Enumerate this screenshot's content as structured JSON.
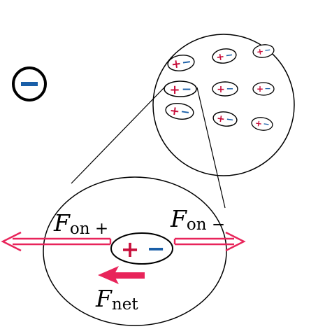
{
  "colors": {
    "plus": "#c8103c",
    "minus": "#1a5fa8",
    "force": "#e8245a",
    "outline": "#000000",
    "background": "#ffffff"
  },
  "charges": {
    "plus_sign": "+",
    "minus_sign": "−"
  },
  "labels": {
    "force_on_plus_symbol": "F",
    "force_on_plus_subscript": "on +",
    "force_on_minus_symbol": "F",
    "force_on_minus_subscript": "on −",
    "net_force_symbol": "F",
    "net_force_subscript": "net"
  },
  "molecule_grid": {
    "rows": 3,
    "columns": 3
  }
}
